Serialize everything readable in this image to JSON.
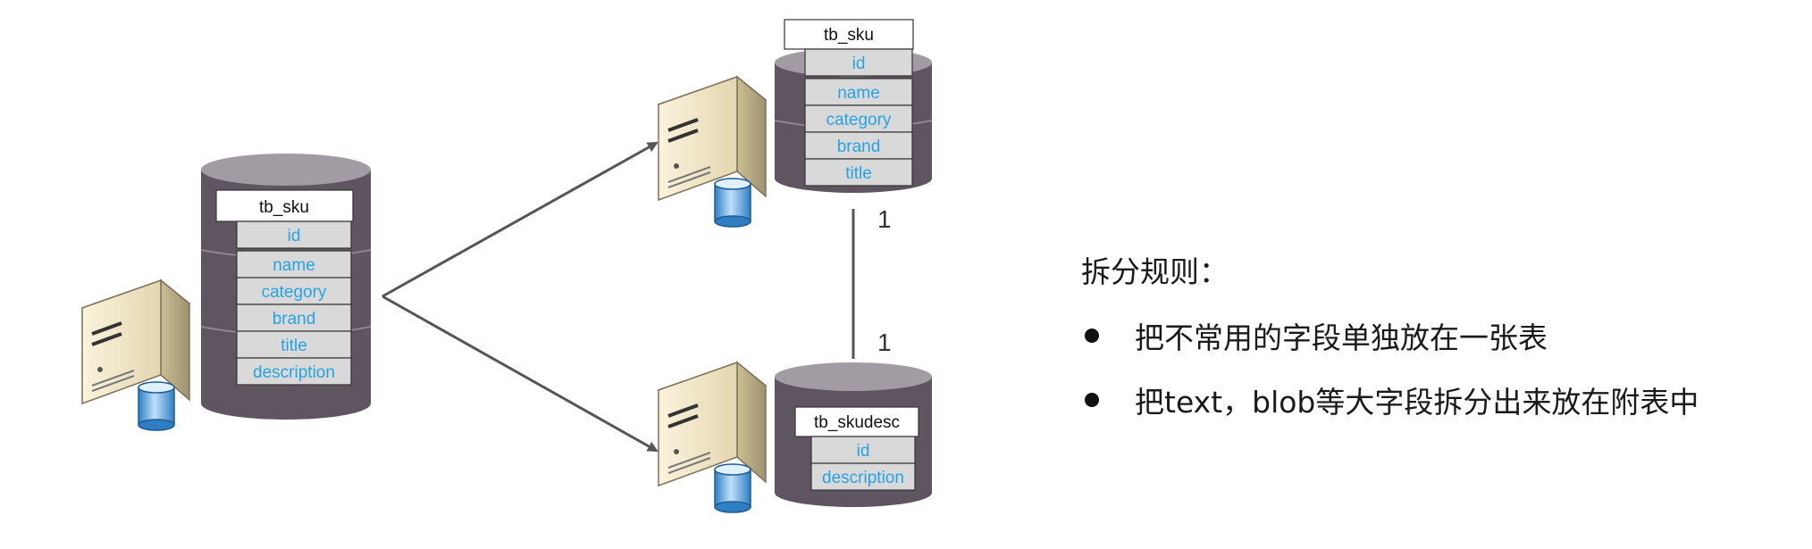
{
  "colors": {
    "field_text": "#27a3e3",
    "cylinder_body": "#5e5560",
    "cylinder_top": "#a29ba4",
    "arrow": "#555555"
  },
  "tables": {
    "original": {
      "name": "tb_sku",
      "fields": [
        "id",
        "name",
        "category",
        "brand",
        "title",
        "description"
      ]
    },
    "split_main": {
      "name": "tb_sku",
      "fields": [
        "id",
        "name",
        "category",
        "brand",
        "title"
      ]
    },
    "split_desc": {
      "name": "tb_skudesc",
      "fields": [
        "id",
        "description"
      ]
    }
  },
  "relation": {
    "top_label": "1",
    "bottom_label": "1"
  },
  "rules": {
    "title": "拆分规则：",
    "items": [
      "把不常用的字段单独放在一张表",
      "把text，blob等大字段拆分出来放在附表中"
    ]
  }
}
